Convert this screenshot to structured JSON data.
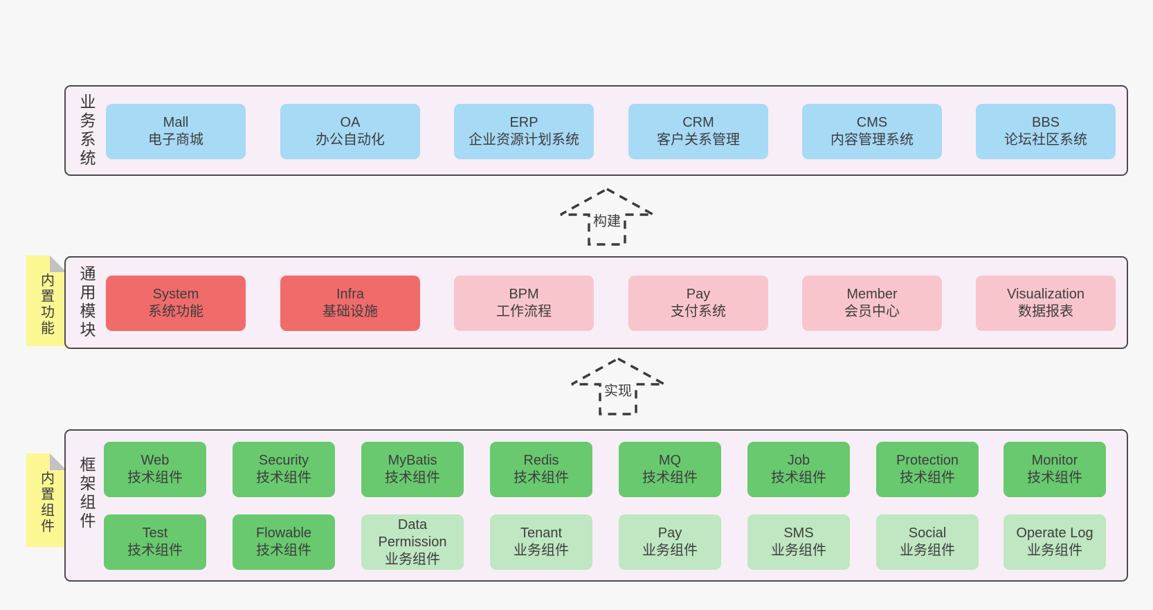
{
  "layers": {
    "business": {
      "label": "业务系统",
      "nodes": [
        {
          "en": "Mall",
          "zh": "电子商城"
        },
        {
          "en": "OA",
          "zh": "办公自动化"
        },
        {
          "en": "ERP",
          "zh": "企业资源计划系统"
        },
        {
          "en": "CRM",
          "zh": "客户关系管理"
        },
        {
          "en": "CMS",
          "zh": "内容管理系统"
        },
        {
          "en": "BBS",
          "zh": "论坛社区系统"
        }
      ]
    },
    "modules": {
      "label": "通用模块",
      "sticky": "内置功能",
      "nodes": [
        {
          "en": "System",
          "zh": "系统功能"
        },
        {
          "en": "Infra",
          "zh": "基础设施"
        },
        {
          "en": "BPM",
          "zh": "工作流程"
        },
        {
          "en": "Pay",
          "zh": "支付系统"
        },
        {
          "en": "Member",
          "zh": "会员中心"
        },
        {
          "en": "Visualization",
          "zh": "数据报表"
        }
      ]
    },
    "components": {
      "label": "框架组件",
      "sticky": "内置组件",
      "row1": [
        {
          "en": "Web",
          "zh": "技术组件"
        },
        {
          "en": "Security",
          "zh": "技术组件"
        },
        {
          "en": "MyBatis",
          "zh": "技术组件"
        },
        {
          "en": "Redis",
          "zh": "技术组件"
        },
        {
          "en": "MQ",
          "zh": "技术组件"
        },
        {
          "en": "Job",
          "zh": "技术组件"
        },
        {
          "en": "Protection",
          "zh": "技术组件"
        },
        {
          "en": "Monitor",
          "zh": "技术组件"
        }
      ],
      "row2": [
        {
          "en": "Test",
          "zh": "技术组件"
        },
        {
          "en": "Flowable",
          "zh": "技术组件"
        },
        {
          "en": "Data Permission",
          "zh": "业务组件"
        },
        {
          "en": "Tenant",
          "zh": "业务组件"
        },
        {
          "en": "Pay",
          "zh": "业务组件"
        },
        {
          "en": "SMS",
          "zh": "业务组件"
        },
        {
          "en": "Social",
          "zh": "业务组件"
        },
        {
          "en": "Operate Log",
          "zh": "业务组件"
        }
      ]
    }
  },
  "arrows": {
    "build": "构建",
    "implement": "实现"
  },
  "colors": {
    "page_bg": "#f7f7f7",
    "container_bg": "#f8eef7",
    "container_border": "#4a4a4a",
    "business_node": "#a7daf5",
    "module_core_node": "#f16b6b",
    "module_node": "#f9c5cd",
    "tech_component_node": "#69c96f",
    "biz_component_node": "#bfe7c1",
    "sticky_note": "#fbf894",
    "sticky_fold": "#c3c2c3",
    "arrow_dash": "#3b3b3b",
    "text": "#3d3d3d"
  }
}
